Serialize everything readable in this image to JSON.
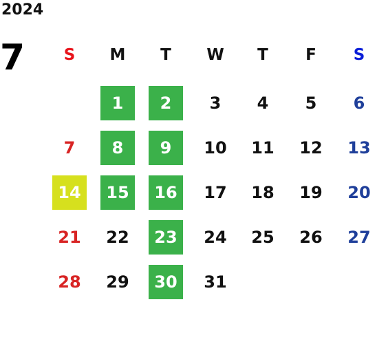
{
  "calendar": {
    "year": "2024",
    "month": "7",
    "weekdays": [
      "S",
      "M",
      "T",
      "W",
      "T",
      "F",
      "S"
    ],
    "days": [
      {
        "label": "1",
        "col": 1,
        "row": 0,
        "highlight": "green"
      },
      {
        "label": "2",
        "col": 2,
        "row": 0,
        "highlight": "green"
      },
      {
        "label": "3",
        "col": 3,
        "row": 0
      },
      {
        "label": "4",
        "col": 4,
        "row": 0
      },
      {
        "label": "5",
        "col": 5,
        "row": 0
      },
      {
        "label": "6",
        "col": 6,
        "row": 0
      },
      {
        "label": "7",
        "col": 0,
        "row": 1
      },
      {
        "label": "8",
        "col": 1,
        "row": 1,
        "highlight": "green"
      },
      {
        "label": "9",
        "col": 2,
        "row": 1,
        "highlight": "green"
      },
      {
        "label": "10",
        "col": 3,
        "row": 1
      },
      {
        "label": "11",
        "col": 4,
        "row": 1
      },
      {
        "label": "12",
        "col": 5,
        "row": 1
      },
      {
        "label": "13",
        "col": 6,
        "row": 1
      },
      {
        "label": "14",
        "col": 0,
        "row": 2,
        "highlight": "yellow"
      },
      {
        "label": "15",
        "col": 1,
        "row": 2,
        "highlight": "green"
      },
      {
        "label": "16",
        "col": 2,
        "row": 2,
        "highlight": "green"
      },
      {
        "label": "17",
        "col": 3,
        "row": 2
      },
      {
        "label": "18",
        "col": 4,
        "row": 2
      },
      {
        "label": "19",
        "col": 5,
        "row": 2
      },
      {
        "label": "20",
        "col": 6,
        "row": 2
      },
      {
        "label": "21",
        "col": 0,
        "row": 3
      },
      {
        "label": "22",
        "col": 1,
        "row": 3
      },
      {
        "label": "23",
        "col": 2,
        "row": 3,
        "highlight": "green"
      },
      {
        "label": "24",
        "col": 3,
        "row": 3
      },
      {
        "label": "25",
        "col": 4,
        "row": 3
      },
      {
        "label": "26",
        "col": 5,
        "row": 3
      },
      {
        "label": "27",
        "col": 6,
        "row": 3
      },
      {
        "label": "28",
        "col": 0,
        "row": 4
      },
      {
        "label": "29",
        "col": 1,
        "row": 4
      },
      {
        "label": "30",
        "col": 2,
        "row": 4,
        "highlight": "green"
      },
      {
        "label": "31",
        "col": 3,
        "row": 4
      }
    ]
  },
  "colors": {
    "sunday_header": "#e8141c",
    "saturday_header": "#0a1ed8",
    "weekday_header": "#111111",
    "sunday_text": "#d82424",
    "saturday_text": "#1f3f9a",
    "weekday_text": "#111111",
    "highlight_green": "#3bb14a",
    "highlight_yellow": "#d6e01e",
    "highlight_text": "#ffffff"
  }
}
